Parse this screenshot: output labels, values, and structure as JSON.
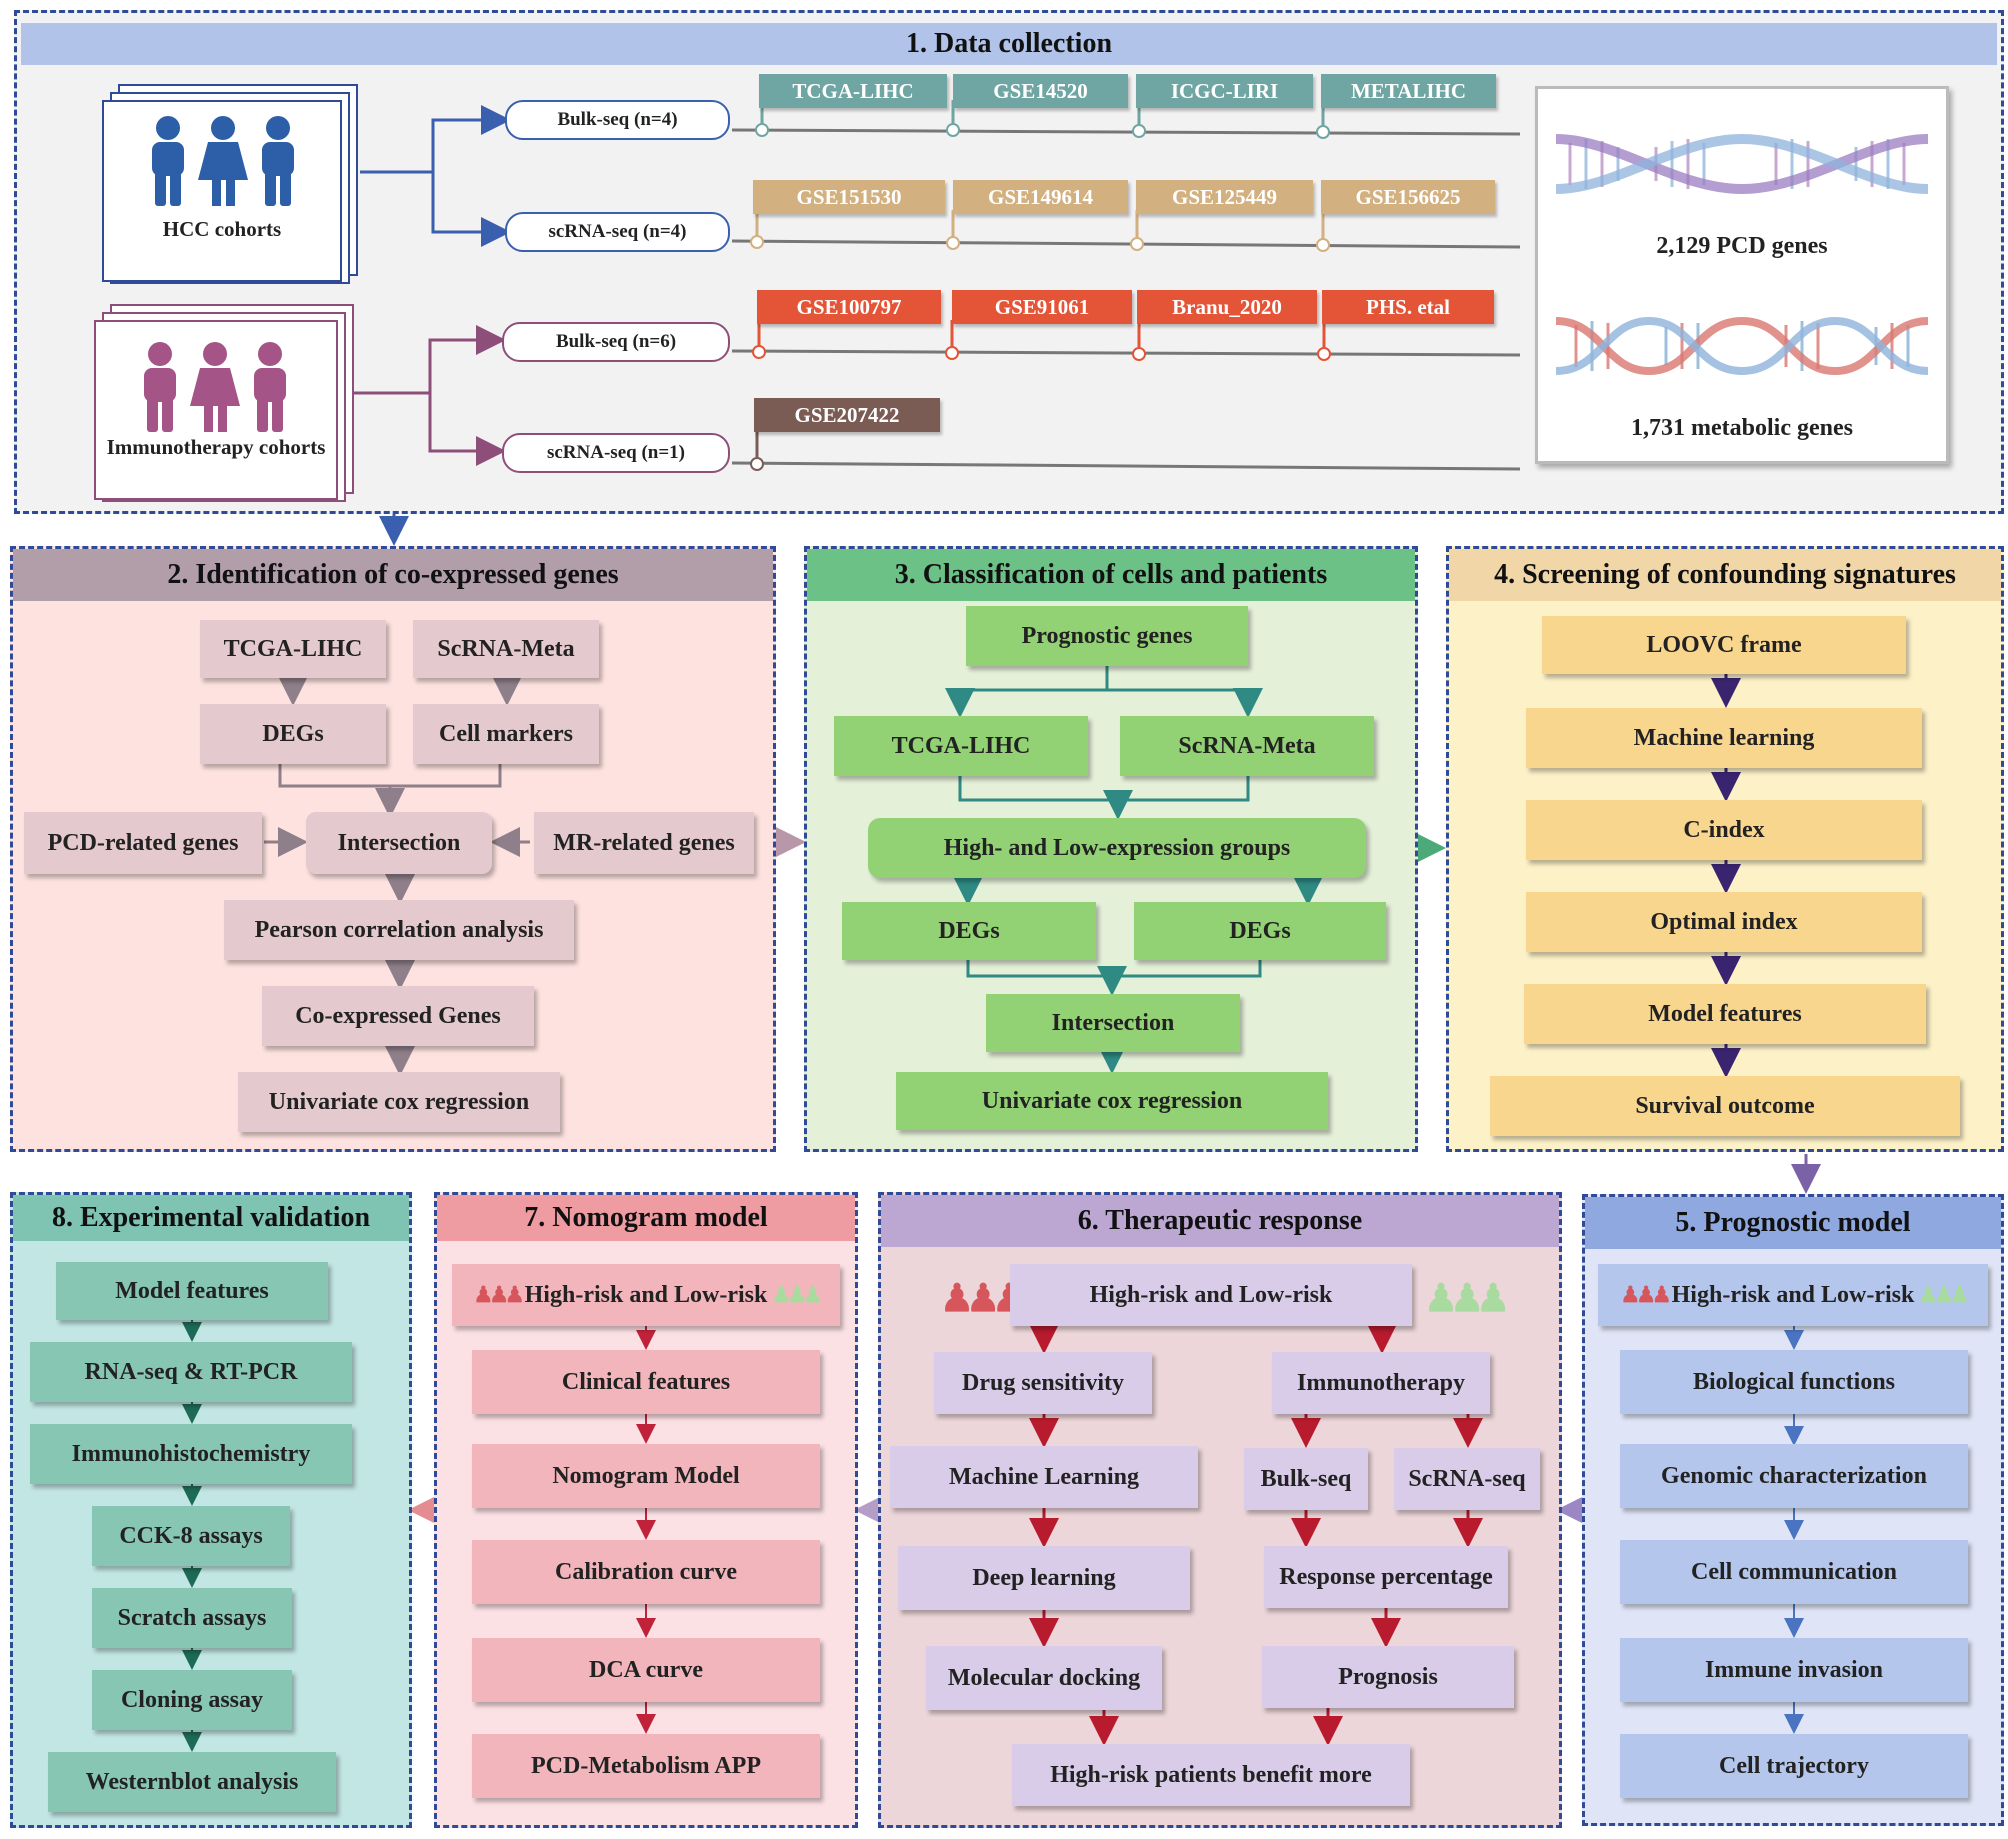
{
  "p1": {
    "title": "1. Data collection",
    "hcc": "HCC cohorts",
    "immuno": "Immunotherapy cohorts",
    "pills": [
      "Bulk-seq (n=4)",
      "scRNA-seq (n=4)",
      "Bulk-seq (n=6)",
      "scRNA-seq (n=1)"
    ],
    "row1": [
      "TCGA-LIHC",
      "GSE14520",
      "ICGC-LIRI",
      "METALIHC"
    ],
    "row2": [
      "GSE151530",
      "GSE149614",
      "GSE125449",
      "GSE156625"
    ],
    "row3": [
      "GSE100797",
      "GSE91061",
      "Branu_2020",
      "PHS. etal"
    ],
    "row4": [
      "GSE207422"
    ],
    "pcd": "2,129 PCD genes",
    "metab": "1,731 metabolic genes",
    "colors": {
      "row1": "#6fa6a3",
      "row2": "#d2b07f",
      "row3": "#e45436",
      "row4": "#7a5c55"
    }
  },
  "p2": {
    "title": "2. Identification of co-expressed genes",
    "tcga": "TCGA-LIHC",
    "scrna": "ScRNA-Meta",
    "degs": "DEGs",
    "cellmarkers": "Cell markers",
    "pcd": "PCD-related genes",
    "intersection": "Intersection",
    "mr": "MR-related genes",
    "pearson": "Pearson correlation analysis",
    "coexp": "Co-expressed Genes",
    "cox": "Univariate cox regression"
  },
  "p3": {
    "title": "3. Classification of cells and patients",
    "prognostic": "Prognostic genes",
    "tcga": "TCGA-LIHC",
    "scrna": "ScRNA-Meta",
    "groups": "High- and Low-expression groups",
    "degs1": "DEGs",
    "degs2": "DEGs",
    "intersection": "Intersection",
    "cox": "Univariate cox regression"
  },
  "p4": {
    "title": "4. Screening of confounding signatures",
    "steps": [
      "LOOVC frame",
      "Machine learning",
      "C-index",
      "Optimal index",
      "Model features",
      "Survival outcome"
    ]
  },
  "p5": {
    "title": "5. Prognostic model",
    "top": "High-risk and Low-risk",
    "steps": [
      "Biological functions",
      "Genomic characterization",
      "Cell communication",
      "Immune invasion",
      "Cell trajectory"
    ]
  },
  "p6": {
    "title": "6. Therapeutic response",
    "top": "High-risk and Low-risk",
    "drug": "Drug sensitivity",
    "immuno": "Immunotherapy",
    "ml": "Machine  Learning",
    "bulk": "Bulk-seq",
    "scrna": "ScRNA-seq",
    "deep": "Deep learning",
    "resp": "Response percentage",
    "dock": "Molecular docking",
    "prog": "Prognosis",
    "benefit": "High-risk patients benefit more"
  },
  "p7": {
    "title": "7. Nomogram model",
    "top": "High-risk and Low-risk",
    "steps": [
      "Clinical features",
      "Nomogram Model",
      "Calibration curve",
      "DCA curve",
      "PCD-Metabolism APP"
    ]
  },
  "p8": {
    "title": "8. Experimental validation",
    "steps": [
      "Model features",
      "RNA-seq & RT-PCR",
      "Immunohistochemistry",
      "CCK-8 assays",
      "Scratch assays",
      "Cloning assay",
      "Westernblot analysis"
    ]
  }
}
